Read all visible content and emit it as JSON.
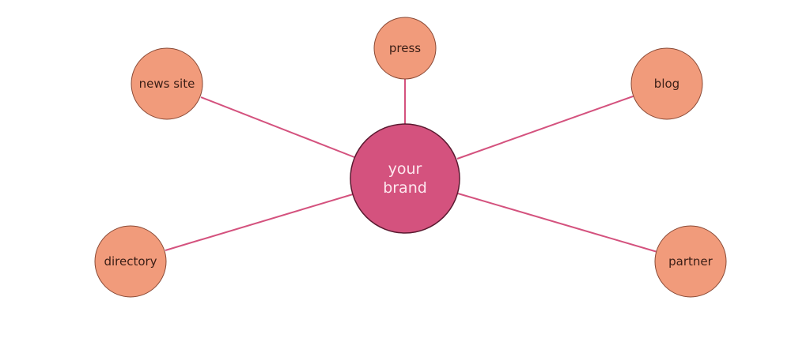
{
  "hub": {
    "label_line1": "your",
    "label_line2": "brand"
  },
  "nodes": [
    {
      "id": "press",
      "label": "press"
    },
    {
      "id": "news-site",
      "label": "news site"
    },
    {
      "id": "blog",
      "label": "blog"
    },
    {
      "id": "directory",
      "label": "directory"
    },
    {
      "id": "partner",
      "label": "partner"
    }
  ],
  "colors": {
    "background": "#ffffff",
    "hub_fill": "#d4527e",
    "hub_stroke": "#5a1a30",
    "hub_text": "#fde8ef",
    "node_fill": "#f19b7b",
    "node_stroke": "#8a4a36",
    "node_text": "#3a1e16",
    "link": "#d4527e"
  }
}
